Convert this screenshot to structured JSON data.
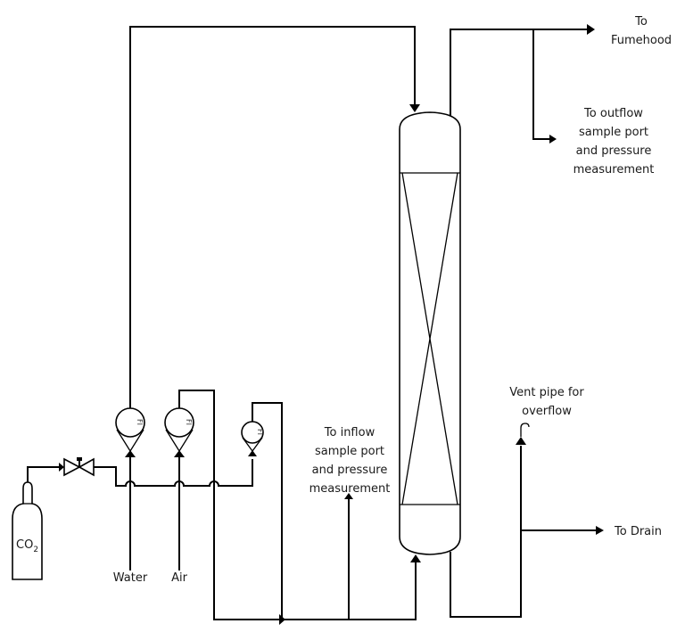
{
  "diagram": {
    "type": "process-flow-diagram",
    "colors": {
      "line": "#000000",
      "text": "#1a1a1a",
      "background": "#ffffff"
    },
    "equipment": {
      "co2_cylinder": {
        "label": "CO",
        "subscript": "2"
      },
      "valve": {
        "type": "needle-valve"
      },
      "flow_indicators": [
        {
          "id": "water",
          "tag": "FI"
        },
        {
          "id": "air",
          "tag": "FI"
        },
        {
          "id": "co2",
          "tag": "FI"
        }
      ],
      "column": {
        "type": "packed-column"
      }
    },
    "inlets": {
      "water": "Water",
      "air": "Air"
    },
    "labels": {
      "fumehood": [
        "To",
        "Fumehood"
      ],
      "outflow_sample": [
        "To outflow",
        "sample port",
        "and pressure",
        "measurement"
      ],
      "inflow_sample": [
        "To inflow",
        "sample port",
        "and pressure",
        "measurement"
      ],
      "vent": [
        "Vent pipe for",
        "overflow"
      ],
      "drain": "To Drain"
    }
  }
}
